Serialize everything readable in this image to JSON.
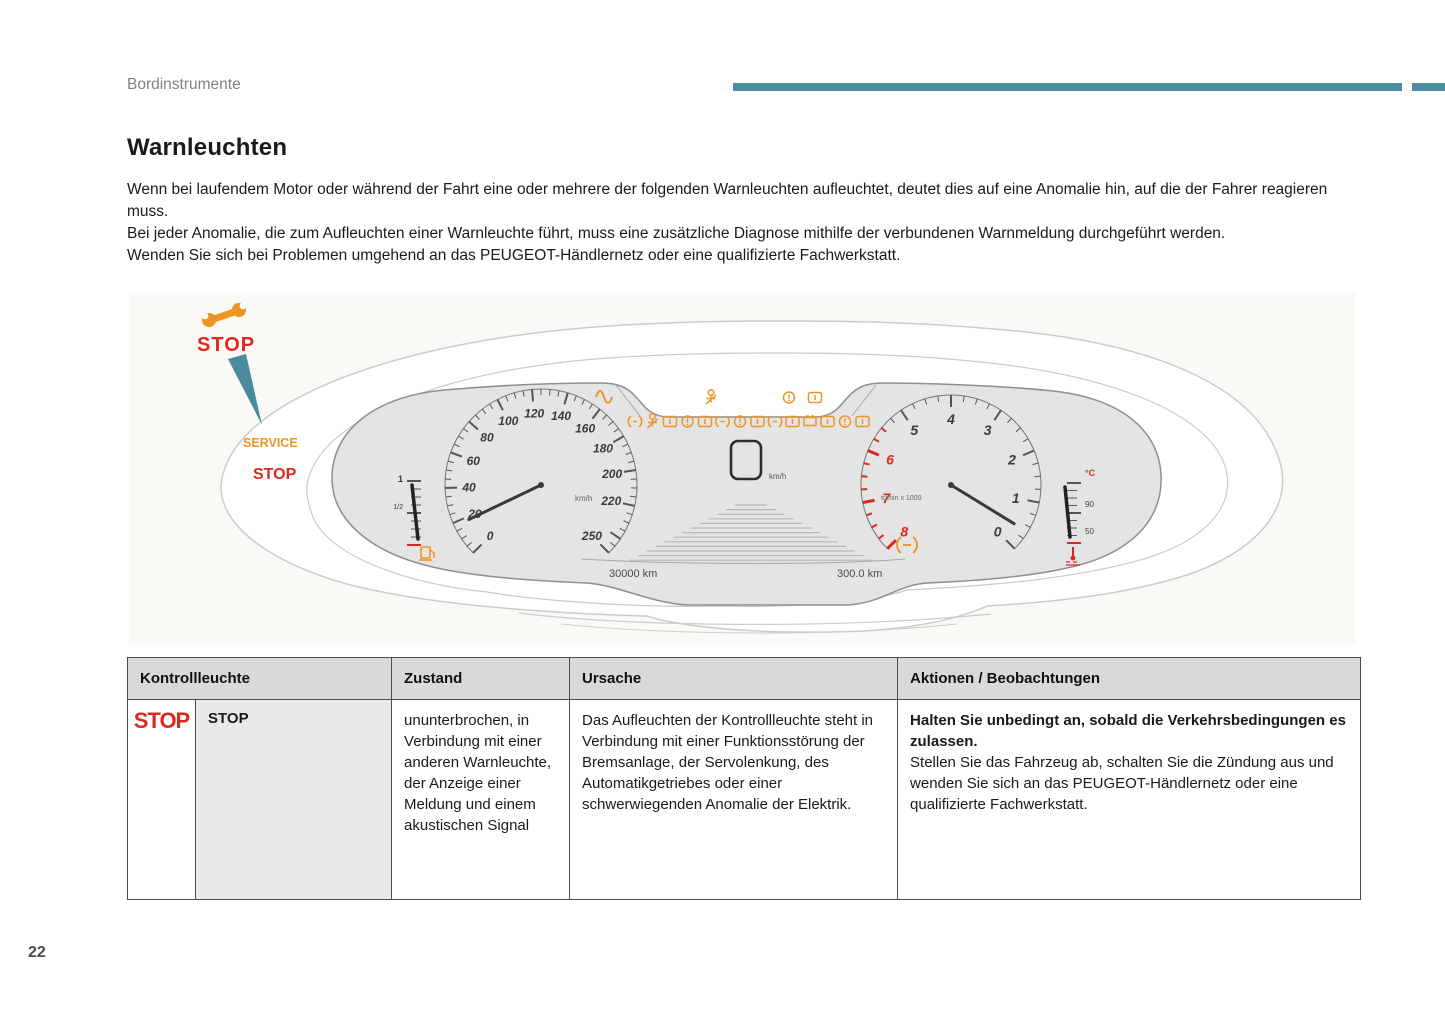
{
  "colors": {
    "teal": "#4a8ba0",
    "orange": "#ee9421",
    "red": "#dc291e",
    "panel": "#e4e4e4",
    "outline": "#cccccc",
    "figure_bg": "#faf9f5",
    "header_gray": "#d9d9d9"
  },
  "header": {
    "section": "Bordinstrumente"
  },
  "page": {
    "number": "22"
  },
  "content": {
    "title": "Warnleuchten",
    "paragraphs": [
      "Wenn bei laufendem Motor oder während der Fahrt eine oder mehrere der folgenden Warnleuchten aufleuchtet, deutet dies auf eine Anomalie hin, auf die der Fahrer reagieren muss.",
      "Bei jeder Anomalie, die zum Aufleuchten einer Warnleuchte führt, muss eine zusätzliche Diagnose mithilfe der verbundenen Warnmeldung durchgeführt werden.",
      "Wenden Sie sich bei Problemen umgehend an das PEUGEOT-Händlernetz oder eine qualifizierte Fachwerkstatt."
    ]
  },
  "cluster": {
    "callout": {
      "stop": "STOP",
      "service": "SERVICE",
      "inner_stop": "STOP"
    },
    "speedometer": {
      "unit": "km/h",
      "min": 0,
      "max": 250,
      "major_step": 20,
      "labels": [
        0,
        20,
        40,
        60,
        80,
        100,
        120,
        140,
        160,
        180,
        200,
        220,
        250
      ],
      "needle_value": 18
    },
    "tachometer": {
      "unit": "tr/min x 1000",
      "min": 0,
      "max": 8,
      "major_step": 1,
      "labels": [
        0,
        1,
        2,
        3,
        4,
        5,
        6,
        7,
        8
      ],
      "redline_from": 5.5,
      "red_labels_from": 6,
      "needle_value": 0.4
    },
    "digital_display": {
      "unit": "km/h"
    },
    "fuel_gauge": {
      "full_label": "1",
      "half_label": "1/2"
    },
    "temp_gauge": {
      "unit_label": "°C",
      "upper_label": "90",
      "lower_label": "50"
    },
    "odometer_total": "30000 km",
    "odometer_trip": "300.0 km",
    "telltales_top": [
      {
        "name": "glow-plug-telltale-icon",
        "shape": "wave"
      },
      {
        "name": "seatbelt-telltale-icon",
        "shape": "person"
      },
      {
        "name": "airbag-telltale-icon",
        "shape": "circle"
      },
      {
        "name": "warning-telltale-icon",
        "shape": "box"
      }
    ],
    "telltales_strip": [
      {
        "name": "telltale-1-icon",
        "shape": "parens"
      },
      {
        "name": "telltale-2-icon",
        "shape": "person"
      },
      {
        "name": "telltale-3-icon",
        "shape": "box"
      },
      {
        "name": "telltale-4-icon",
        "shape": "circle"
      },
      {
        "name": "telltale-5-icon",
        "shape": "box"
      },
      {
        "name": "telltale-6-icon",
        "shape": "parens"
      },
      {
        "name": "telltale-7-icon",
        "shape": "circle"
      },
      {
        "name": "telltale-8-icon",
        "shape": "box"
      },
      {
        "name": "telltale-9-icon",
        "shape": "parens"
      },
      {
        "name": "telltale-10-icon",
        "shape": "box"
      },
      {
        "name": "telltale-11-icon",
        "shape": "battery"
      },
      {
        "name": "telltale-12-icon",
        "shape": "box"
      },
      {
        "name": "telltale-13-icon",
        "shape": "circle"
      },
      {
        "name": "telltale-14-icon",
        "shape": "box"
      }
    ]
  },
  "table": {
    "headers": [
      "Kontrollleuchte",
      "Zustand",
      "Ursache",
      "Aktionen / Beobachtungen"
    ],
    "row": {
      "icon_text": "STOP",
      "label": "STOP",
      "zustand": "ununterbrochen, in Verbindung mit einer anderen Warnleuchte, der Anzeige einer Meldung und einem akustischen Signal",
      "ursache": "Das Aufleuchten der Kontrollleuchte steht in Verbindung mit einer Funktionsstörung der Bremsanlage, der Servolenkung, des Automatikgetriebes oder einer schwerwiegenden Anomalie der Elektrik.",
      "aktionen_bold": "Halten Sie unbedingt an, sobald die Verkehrsbedingungen es zulassen.",
      "aktionen_rest": "Stellen Sie das Fahrzeug ab, schalten Sie die Zündung aus und wenden Sie sich an das PEUGEOT-Händlernetz oder eine qualifizierte Fachwerkstatt."
    }
  }
}
